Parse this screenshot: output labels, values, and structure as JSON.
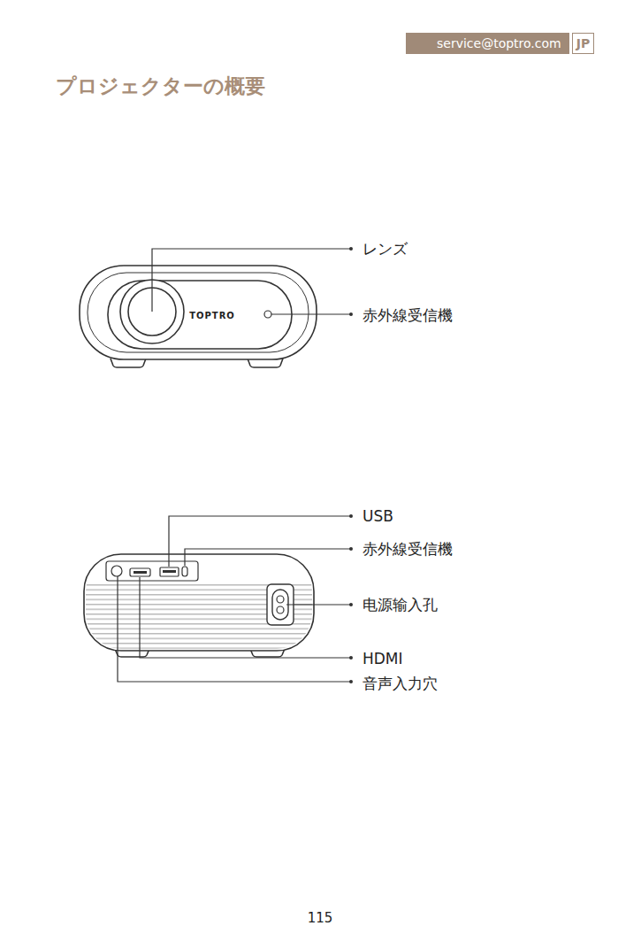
{
  "diagram": {
    "title": "プロジェクターの概要",
    "nodes": [
      {
        "text": [
          "service@toptro.com"
        ]
      },
      {
        "text": [
          "JP"
        ]
      }
    ],
    "labels": [
      "TOPTRO",
      "レンズ",
      "赤外線受信機",
      "USB",
      "赤外線受信機",
      "电源输入孔",
      "HDMI",
      "音声入力穴",
      "115"
    ]
  }
}
